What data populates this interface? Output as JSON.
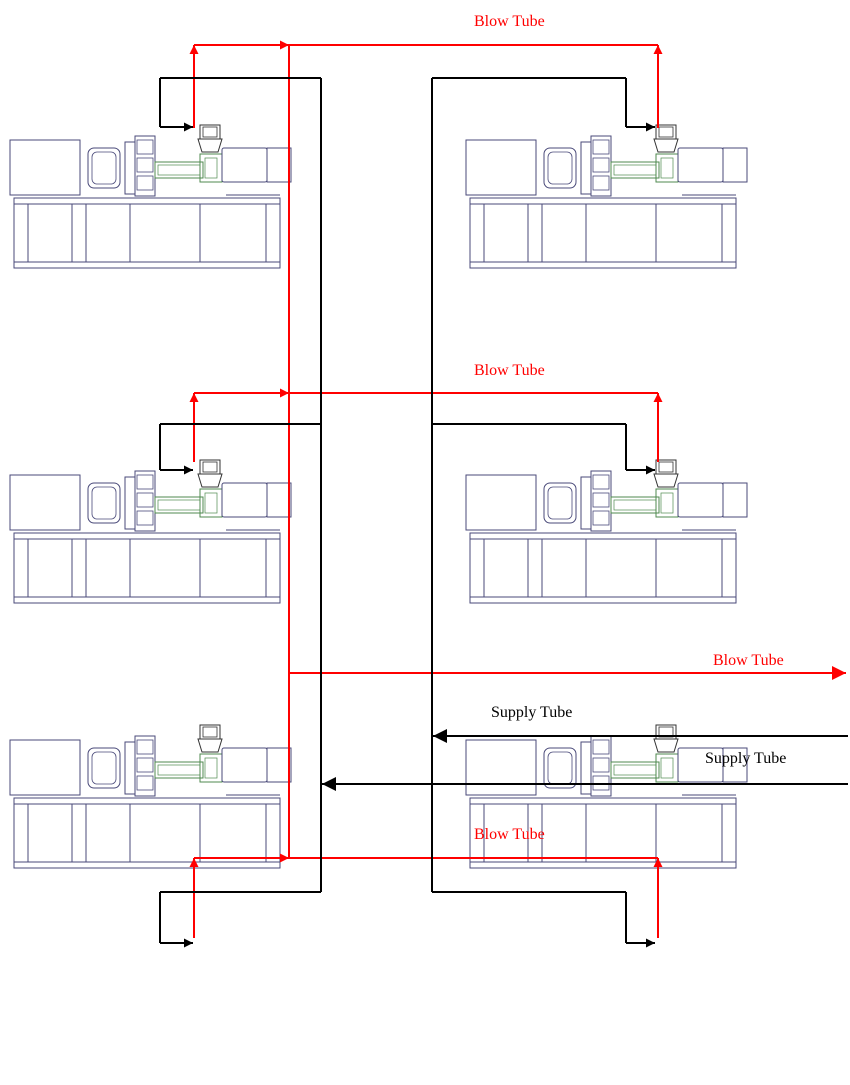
{
  "labels": {
    "blow_top": "Blow Tube",
    "blow_middle": "Blow Tube",
    "blow_right": "Blow Tube",
    "supply_upper": "Supply Tube",
    "supply_lower": "Supply Tube",
    "blow_bottom": "Blow Tube"
  },
  "colors": {
    "blow_tube": "#ff0000",
    "supply_tube": "#000000",
    "machine_outline": "#4a4a7a",
    "injection_unit": "#4f8a4f"
  },
  "machines": [
    {
      "id": "machine-top-left"
    },
    {
      "id": "machine-top-right"
    },
    {
      "id": "machine-middle-left"
    },
    {
      "id": "machine-middle-right"
    },
    {
      "id": "machine-bottom-left"
    },
    {
      "id": "machine-bottom-right"
    }
  ]
}
